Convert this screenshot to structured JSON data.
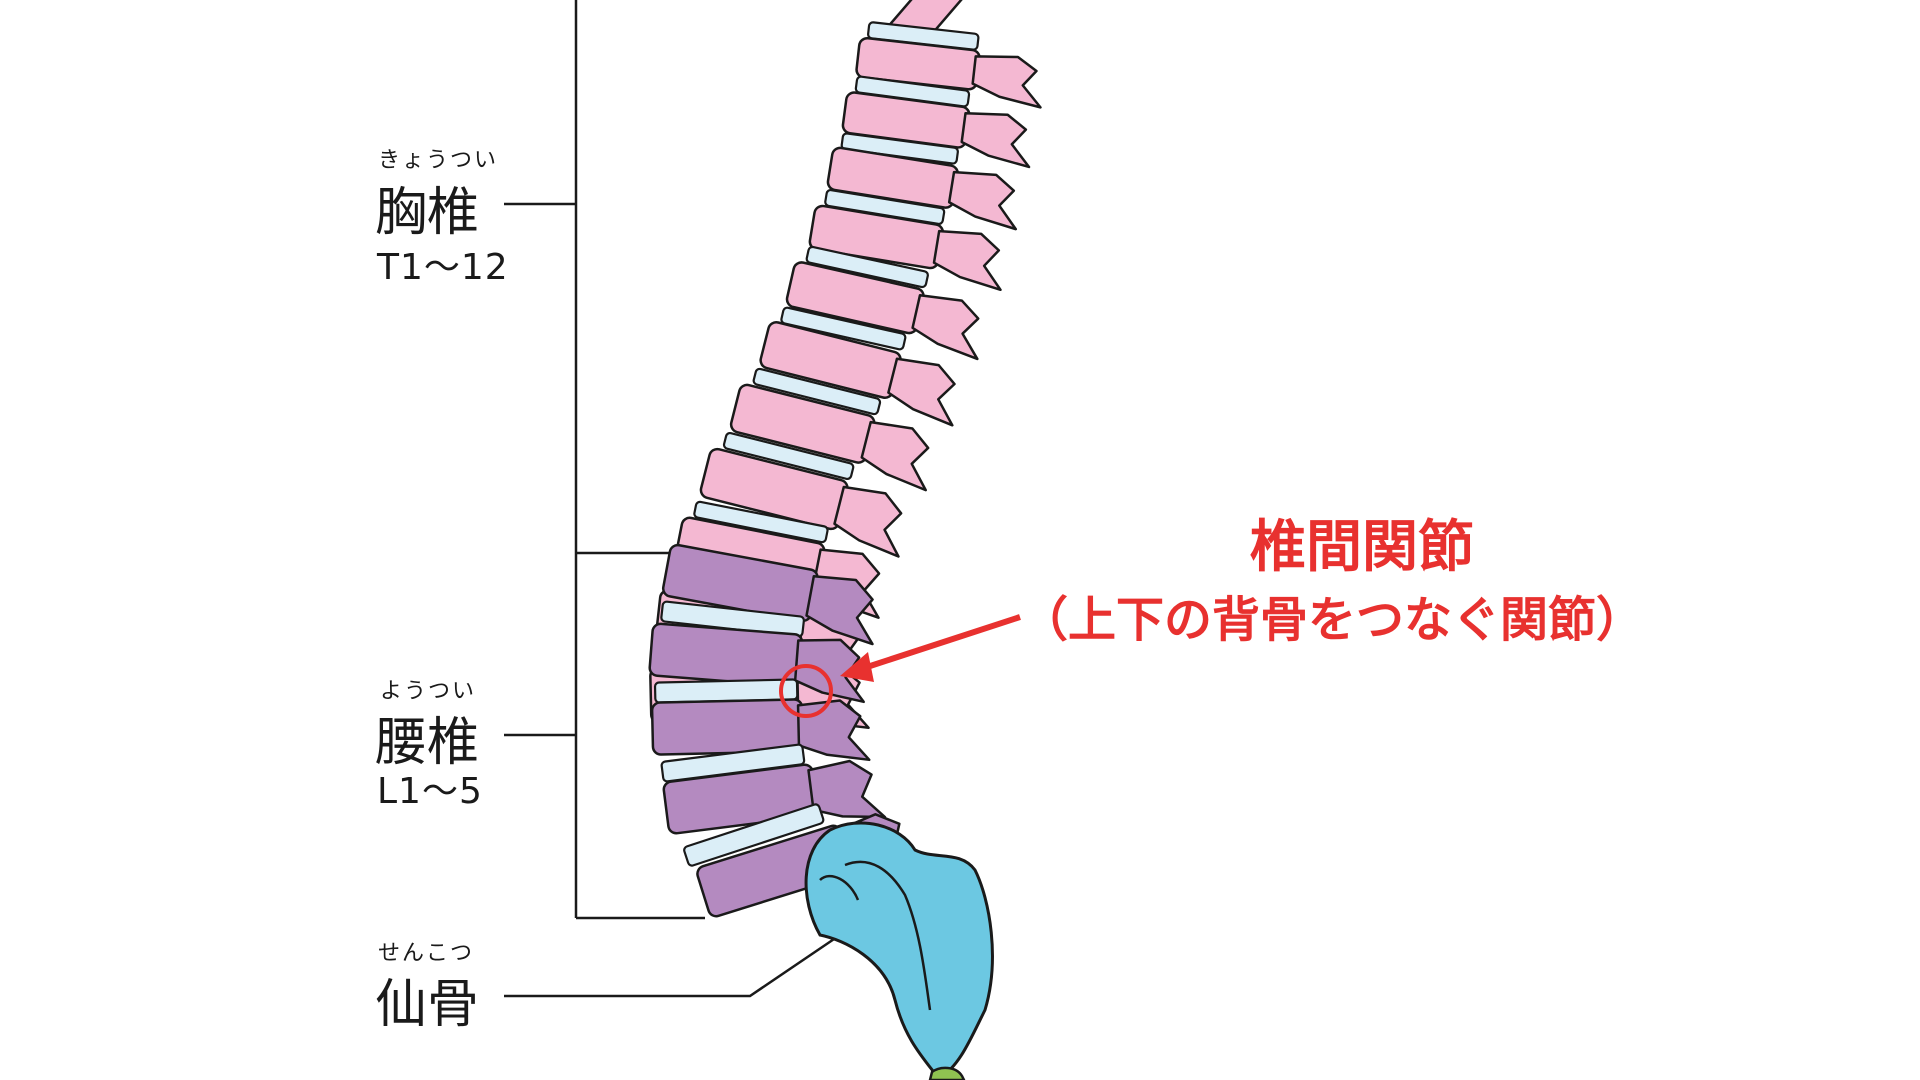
{
  "labels": {
    "thoracic": {
      "ruby": "きょうつい",
      "name": "胸椎",
      "range": "T1〜12"
    },
    "lumbar": {
      "ruby": "ようつい",
      "name": "腰椎",
      "range": "L1〜5"
    },
    "sacrum": {
      "ruby": "せんこつ",
      "name": "仙骨"
    }
  },
  "annotation": {
    "title": "椎間関節",
    "subtitle": "（上下の背骨をつなぐ関節）"
  },
  "colors": {
    "thoracic": "#f4b8d2",
    "lumbar": "#b48ac0",
    "disc": "#dbeef7",
    "sacrum": "#6cc8e2",
    "coccyx": "#8fc251",
    "outline": "#1a1a1a",
    "annotation": "#e8312f"
  }
}
